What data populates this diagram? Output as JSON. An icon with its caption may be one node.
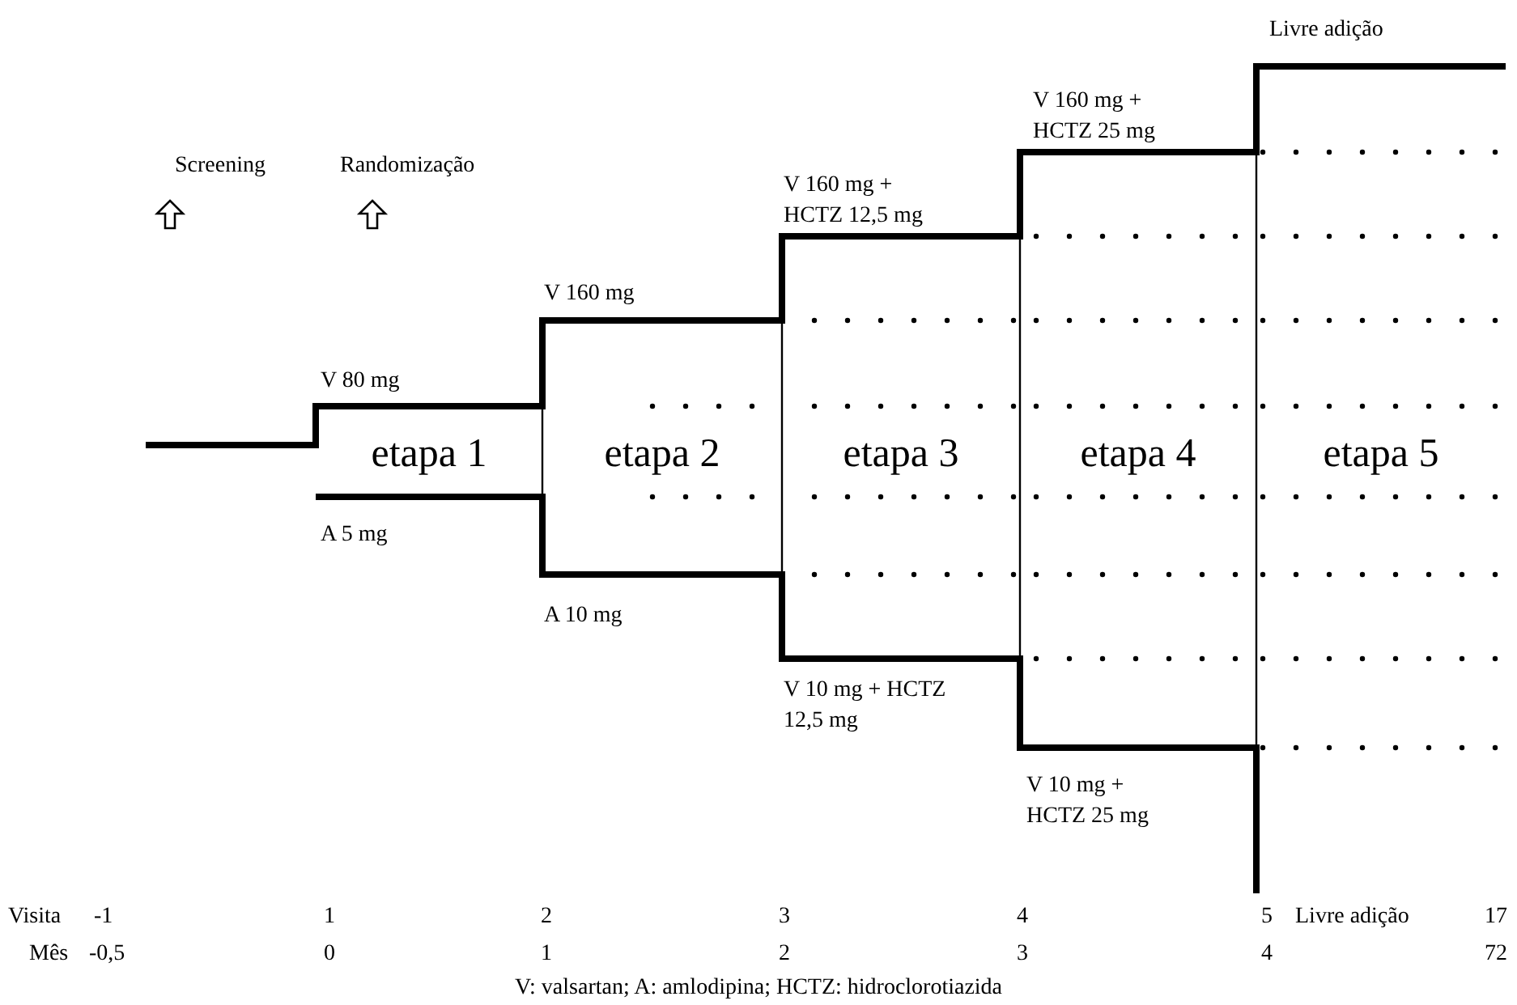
{
  "diagram": {
    "caption": "V: valsartan; A: amlodipina; HCTZ: hidroclorotiazida",
    "nodes": [
      {
        "text": [
          "etapa 1"
        ]
      },
      {
        "text": [
          "etapa 2"
        ]
      },
      {
        "text": [
          "etapa 3"
        ]
      },
      {
        "text": [
          "etapa 4"
        ]
      },
      {
        "text": [
          "etapa 5"
        ]
      }
    ],
    "labels": [
      "Livre adição",
      "V 160 mg + HCTZ 25 mg",
      "Screening",
      "Randomização",
      "V 160 mg + HCTZ 12,5 mg",
      "V 160 mg",
      "V 80 mg",
      "A 5 mg",
      "A 10 mg",
      "V 10 mg + HCTZ 12,5 mg",
      "V 10 mg + HCTZ 25 mg",
      "Visita",
      "-1",
      "1",
      "2",
      "3",
      "4",
      "5",
      "Livre adição",
      "17",
      "Mês",
      "-0,5",
      "0",
      "1",
      "2",
      "3",
      "4",
      "72"
    ]
  }
}
